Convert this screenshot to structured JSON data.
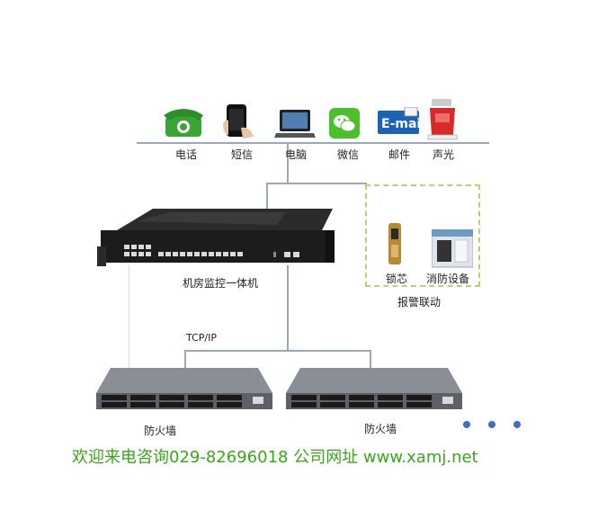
{
  "notify_devices": [
    {
      "label": "电话",
      "icon": "telephone-icon"
    },
    {
      "label": "短信",
      "icon": "mobile-phone-icon"
    },
    {
      "label": "电脑",
      "icon": "laptop-icon"
    },
    {
      "label": "微信",
      "icon": "wechat-icon"
    },
    {
      "label": "邮件",
      "icon": "email-icon"
    },
    {
      "label": "声光",
      "icon": "alarm-light-icon"
    }
  ],
  "alarm_group": {
    "items": [
      {
        "label": "锁芯",
        "icon": "door-lock-icon"
      },
      {
        "label": "消防设备",
        "icon": "fire-equipment-icon"
      }
    ],
    "caption": "报警联动"
  },
  "main_unit": {
    "label": "机房监控一体机"
  },
  "network": {
    "label": "TCP/IP"
  },
  "firewalls": [
    {
      "label": "防火墙"
    },
    {
      "label": "防火墙"
    }
  ],
  "footer": {
    "text": "欢迎来电咨询029-82696018  公司网址 www.xamj.net"
  },
  "colors": {
    "line": "#9aa8bd",
    "footer": "#38a818",
    "dots": "#3b6fc4",
    "dashed_box": "#c9c97a"
  }
}
